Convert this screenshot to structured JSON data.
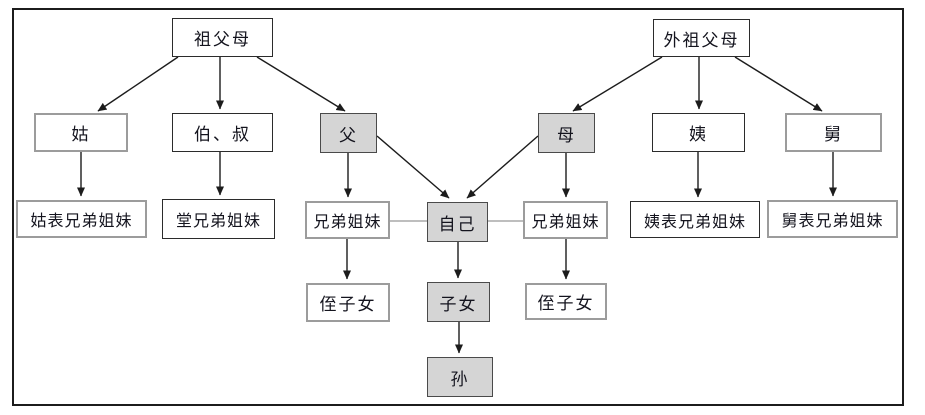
{
  "diagram": {
    "type": "family-kinship-tree",
    "language": "zh",
    "colors": {
      "highlight_fill": "#d5d5d5",
      "box_border_dark": "#2b2b2b",
      "box_border_gray": "#9c9c9c",
      "arrow": "#1c1c1c",
      "sibling_link_line": "#a8a8a8",
      "frame_border": "#1c1c1c",
      "background": "#ffffff"
    },
    "nodes": {
      "zufumu": {
        "label": "祖父母",
        "highlighted": false
      },
      "waizufumu": {
        "label": "外祖父母",
        "highlighted": false
      },
      "gu": {
        "label": "姑",
        "highlighted": false
      },
      "boshu": {
        "label": "伯、叔",
        "highlighted": false
      },
      "fu": {
        "label": "父",
        "highlighted": true
      },
      "mu": {
        "label": "母",
        "highlighted": true
      },
      "yi": {
        "label": "姨",
        "highlighted": false
      },
      "jiu": {
        "label": "舅",
        "highlighted": false
      },
      "gubiao": {
        "label": "姑表兄弟姐妹",
        "highlighted": false
      },
      "tang": {
        "label": "堂兄弟姐妹",
        "highlighted": false
      },
      "xiongdi_left": {
        "label": "兄弟姐妹",
        "highlighted": false
      },
      "ziji": {
        "label": "自己",
        "highlighted": true
      },
      "xiongdi_right": {
        "label": "兄弟姐妹",
        "highlighted": false
      },
      "yibiao": {
        "label": "姨表兄弟姐妹",
        "highlighted": false
      },
      "jiubiao": {
        "label": "舅表兄弟姐妹",
        "highlighted": false
      },
      "zhizinv_left": {
        "label": "侄子女",
        "highlighted": false
      },
      "zinv": {
        "label": "子女",
        "highlighted": true
      },
      "zhizinv_right": {
        "label": "侄子女",
        "highlighted": false
      },
      "sun": {
        "label": "孙",
        "highlighted": true
      }
    },
    "edges": [
      {
        "from": "zufumu",
        "to": "gu",
        "style": "arrow"
      },
      {
        "from": "zufumu",
        "to": "boshu",
        "style": "arrow"
      },
      {
        "from": "zufumu",
        "to": "fu",
        "style": "arrow"
      },
      {
        "from": "waizufumu",
        "to": "mu",
        "style": "arrow"
      },
      {
        "from": "waizufumu",
        "to": "yi",
        "style": "arrow"
      },
      {
        "from": "waizufumu",
        "to": "jiu",
        "style": "arrow"
      },
      {
        "from": "gu",
        "to": "gubiao",
        "style": "arrow"
      },
      {
        "from": "boshu",
        "to": "tang",
        "style": "arrow"
      },
      {
        "from": "fu",
        "to": "xiongdi_left",
        "style": "arrow"
      },
      {
        "from": "fu",
        "to": "ziji",
        "style": "arrow"
      },
      {
        "from": "mu",
        "to": "ziji",
        "style": "arrow"
      },
      {
        "from": "mu",
        "to": "xiongdi_right",
        "style": "arrow"
      },
      {
        "from": "yi",
        "to": "yibiao",
        "style": "arrow"
      },
      {
        "from": "jiu",
        "to": "jiubiao",
        "style": "arrow"
      },
      {
        "from": "xiongdi_left",
        "to": "zhizinv_left",
        "style": "arrow"
      },
      {
        "from": "ziji",
        "to": "zinv",
        "style": "arrow"
      },
      {
        "from": "xiongdi_right",
        "to": "zhizinv_right",
        "style": "arrow"
      },
      {
        "from": "zinv",
        "to": "sun",
        "style": "arrow"
      },
      {
        "from": "xiongdi_left",
        "to": "ziji",
        "style": "plain-line"
      },
      {
        "from": "ziji",
        "to": "xiongdi_right",
        "style": "plain-line"
      }
    ]
  }
}
